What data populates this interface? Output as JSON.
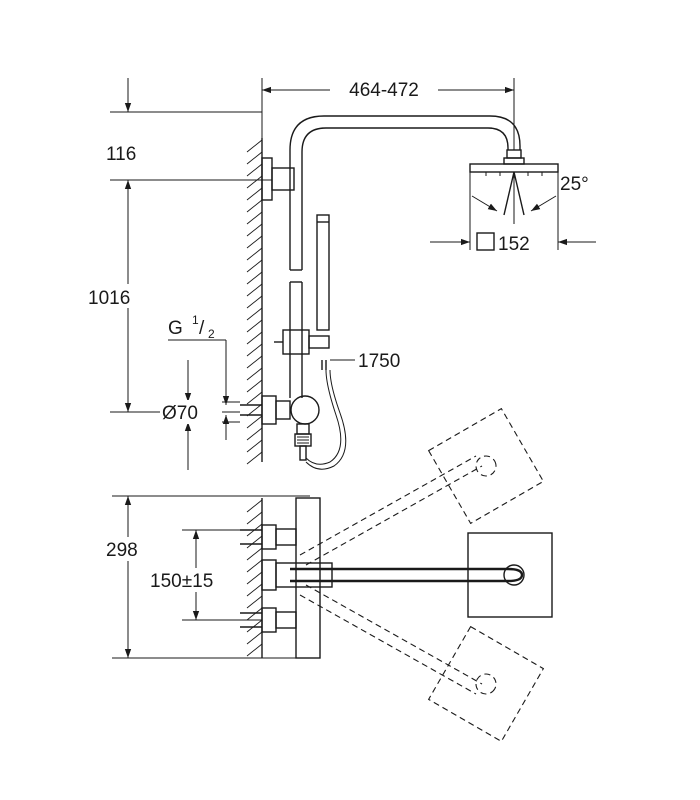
{
  "dimensions": {
    "arm_reach": "464-472",
    "wall_offset": "116",
    "height": "1016",
    "thread_main": "G",
    "thread_num": "1",
    "thread_den": "2",
    "diameter": "Ø70",
    "hose_length": "1750",
    "spray_angle": "25°",
    "head_size": "152",
    "body_height": "298",
    "inlet_spacing": "150±15"
  },
  "colors": {
    "line": "#1a1a1a",
    "background": "#ffffff"
  }
}
